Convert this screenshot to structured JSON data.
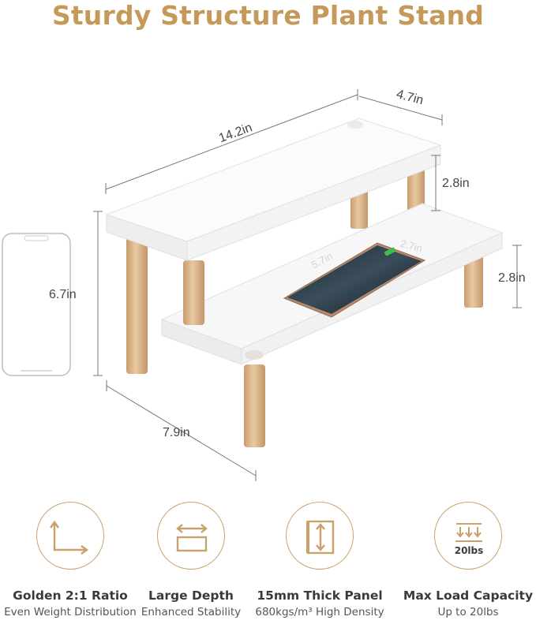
{
  "title": "Sturdy Structure Plant Stand",
  "dimensions": {
    "length": "14.2in",
    "width": "4.7in",
    "top_height": "2.8in",
    "lower_height": "2.8in",
    "total_height": "6.7in",
    "lower_depth": "7.9in",
    "phone_length": "5.7in",
    "phone_width": "2.7in"
  },
  "icons": {
    "ratio": "angle-arrows-icon",
    "depth": "depth-arrows-icon",
    "thickness": "thickness-arrow-icon",
    "load": "load-arrows-icon"
  },
  "features": [
    {
      "title": "Golden 2:1 Ratio",
      "subtitle": "Even Weight Distribution",
      "icon_text": ""
    },
    {
      "title": "Large Depth",
      "subtitle": "Enhanced Stability",
      "icon_text": ""
    },
    {
      "title": "15mm Thick Panel",
      "subtitle": "680kgs/m³ High Density",
      "icon_text": ""
    },
    {
      "title": "Max Load Capacity",
      "subtitle": "Up to 20lbs",
      "icon_text": "20lbs"
    }
  ],
  "colors": {
    "accent": "#c5995a",
    "wood": "#d6b28a",
    "panel": "#ffffff"
  }
}
